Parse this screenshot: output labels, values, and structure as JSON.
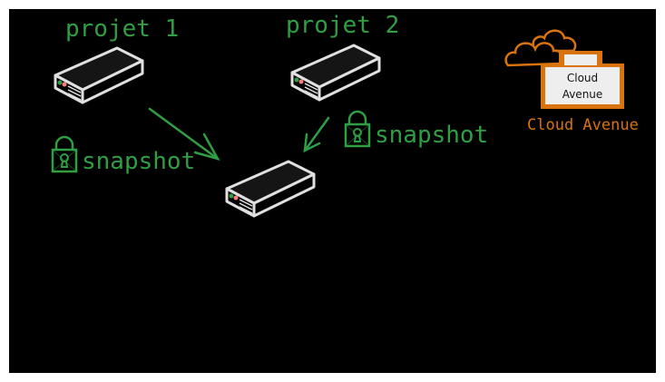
{
  "colors": {
    "background": "#000000",
    "accent": "#2f9e44",
    "server": "#e0e0e0",
    "brand": "#d9730d"
  },
  "labels": {
    "project1": "projet 1",
    "project2": "projet 2",
    "snapshot1": "snapshot",
    "snapshot2": "snapshot"
  },
  "logo": {
    "sign_line1": "Cloud",
    "sign_line2": "Avenue",
    "caption": "Cloud Avenue"
  },
  "icons": [
    "server-icon",
    "lock-icon",
    "arrow-icon",
    "cloud-icon"
  ]
}
